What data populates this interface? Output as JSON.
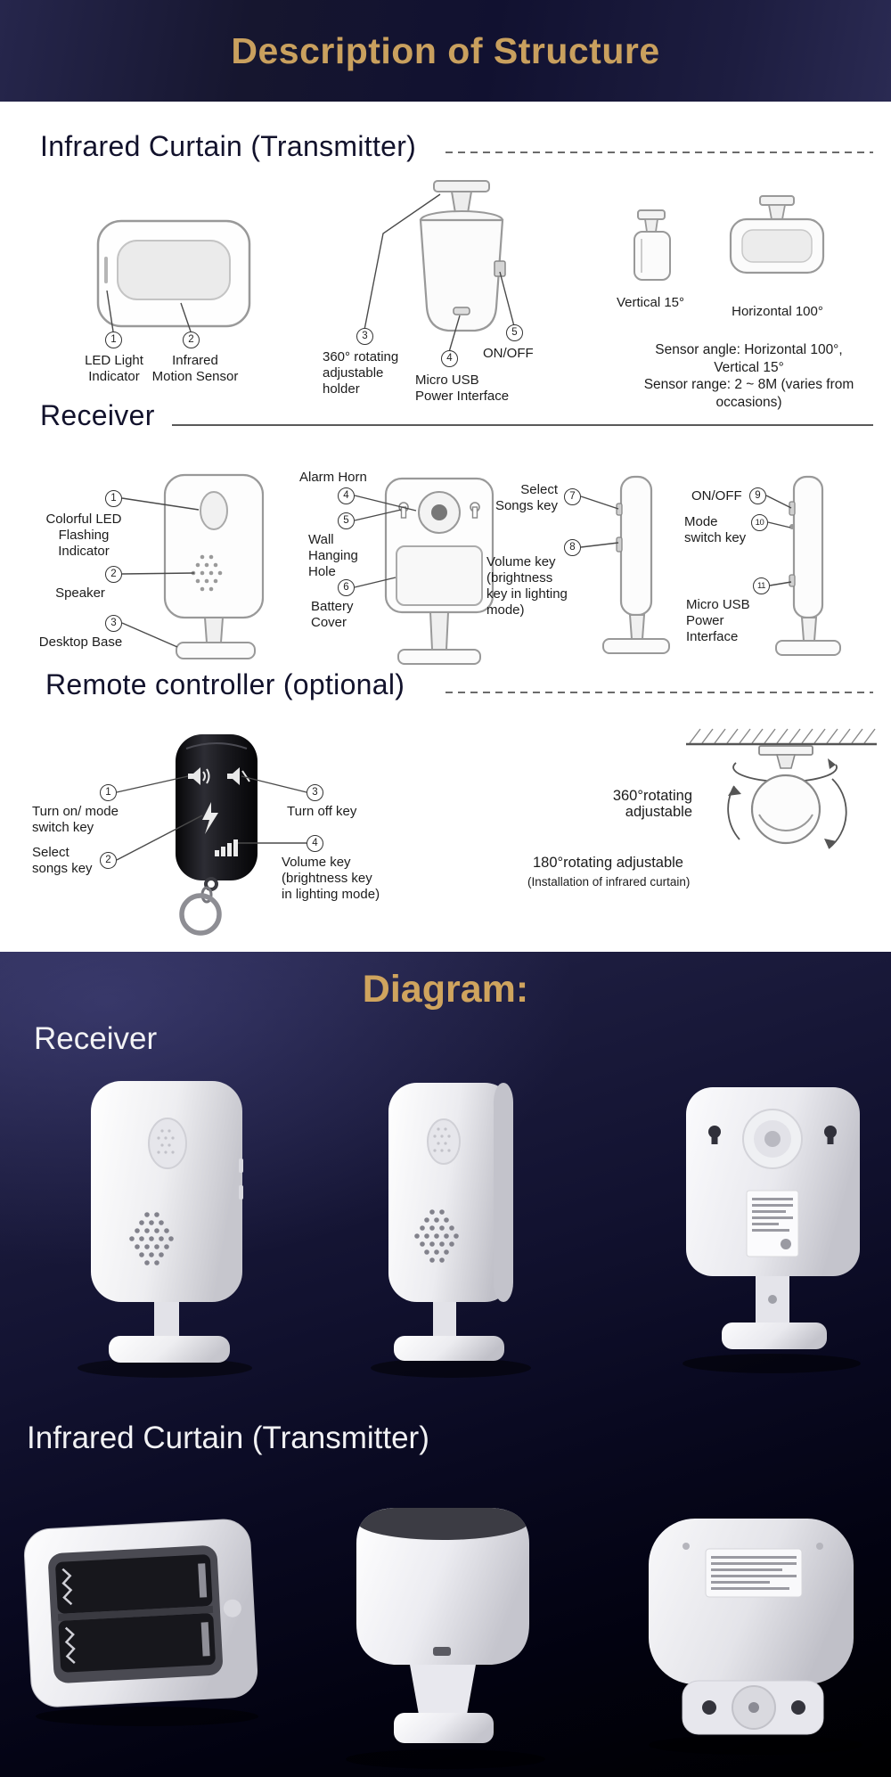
{
  "page": {
    "header_title": "Description of Structure"
  },
  "transmitter_section": {
    "heading": "Infrared Curtain (Transmitter)",
    "callouts": [
      {
        "n": "1",
        "label": "LED Light\nIndicator"
      },
      {
        "n": "2",
        "label": "Infrared\nMotion Sensor"
      },
      {
        "n": "3",
        "label": "360° rotating\nadjustable\nholder"
      },
      {
        "n": "4",
        "label": "Micro USB\nPower Interface"
      },
      {
        "n": "5",
        "label": "ON/OFF"
      }
    ],
    "vertical_label": "Vertical 15°",
    "horizontal_label": "Horizontal 100°",
    "specs": "Sensor angle: Horizontal 100°,\nVertical 15°\nSensor range: 2 ~ 8M (varies from\noccasions)"
  },
  "receiver_section": {
    "heading": "Receiver",
    "callouts": [
      {
        "n": "1",
        "label": "Colorful LED\nFlashing\nIndicator"
      },
      {
        "n": "2",
        "label": "Speaker"
      },
      {
        "n": "3",
        "label": "Desktop Base"
      },
      {
        "n": "4",
        "label": "Alarm Horn"
      },
      {
        "n": "5",
        "label": "Wall\nHanging\nHole"
      },
      {
        "n": "6",
        "label": "Battery\nCover"
      },
      {
        "n": "7",
        "label": "Select\nSongs key"
      },
      {
        "n": "8",
        "label": "Volume key\n(brightness\nkey in lighting\nmode)"
      },
      {
        "n": "9",
        "label": "ON/OFF"
      },
      {
        "n": "10",
        "label": "Mode\nswitch key"
      },
      {
        "n": "11",
        "label": "Micro USB\nPower\nInterface"
      }
    ]
  },
  "remote_section": {
    "heading": "Remote controller (optional)",
    "callouts": [
      {
        "n": "1",
        "label": "Turn on/ mode\nswitch key"
      },
      {
        "n": "2",
        "label": "Select\nsongs key"
      },
      {
        "n": "3",
        "label": "Turn off key"
      },
      {
        "n": "4",
        "label": "Volume key\n(brightness key\nin lighting mode)"
      }
    ],
    "rotate_360": "360°rotating\nadjustable",
    "rotate_180": "180°rotating  adjustable",
    "rotate_180_note": "(Installation of infrared curtain)"
  },
  "diagram_section": {
    "heading": "Diagram:",
    "receiver_label": "Receiver",
    "transmitter_label": "Infrared Curtain (Transmitter)"
  },
  "colors": {
    "accent_gold": "#c9a05e",
    "header_bg": "#16162f"
  }
}
